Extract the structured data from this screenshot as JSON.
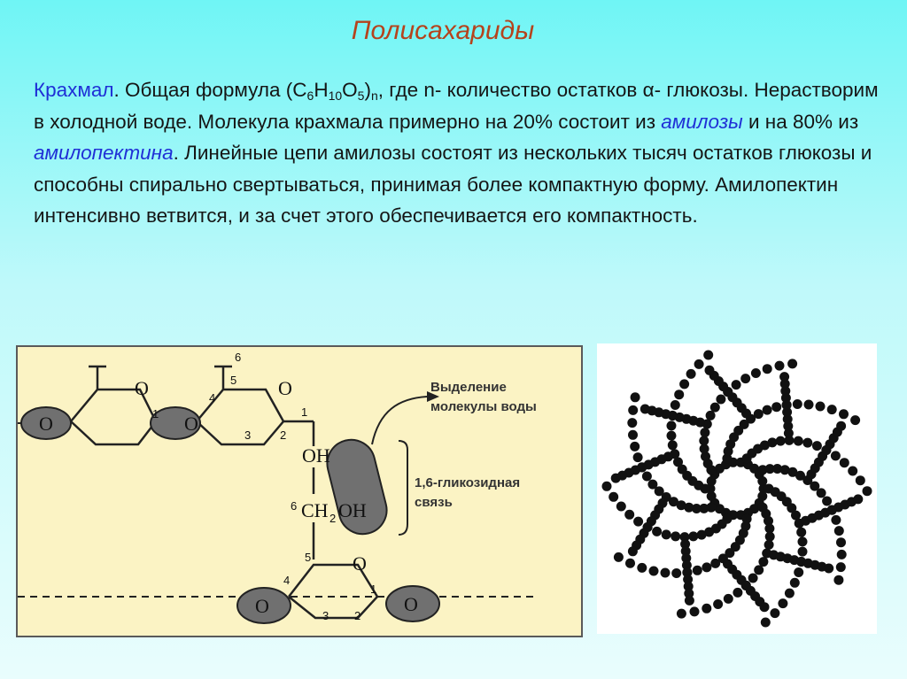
{
  "title": "Полисахариды",
  "paragraph": {
    "term_starch": "Крахмал",
    "t1": ". Общая формула (С",
    "sub1": "6",
    "t2": "Н",
    "sub2": "10",
    "t3": "О",
    "sub3": "5",
    "t4": ")",
    "sub4": "n",
    "t5": ", где n- количество остатков α-",
    "t6": "глюкозы. Нерастворим в холодной воде. Молекула крахмала примерно на 20% состоит из ",
    "term_amylose": "амилозы",
    "t7": " и на 80% из ",
    "term_amylopectin": "амилопектина",
    "t8": ". Линейные цепи амилозы состоят из нескольких тысяч остатков глюкозы и способны спирально свертываться, принимая более компактную форму. Амилопектин интенсивно ветвится, и за счет этого обеспечивается его компактность."
  },
  "diagram": {
    "water_label_line1": "Выделение",
    "water_label_line2": "молекулы воды",
    "bond_label_line1": "1,6-гликозидная",
    "bond_label_line2": "связь",
    "atom_O": "O",
    "oh_group": "OH",
    "ch2_left": "CH",
    "ch2_sub": "2",
    "ch2_right": "OH",
    "carbon_numbers": [
      "1",
      "2",
      "3",
      "4",
      "5",
      "6"
    ]
  },
  "colors": {
    "background_top": "#6ff5f5",
    "title": "#b5431c",
    "term": "#1f2fd6",
    "diagram_bg": "#fbf3c4",
    "blob": "#707070"
  }
}
